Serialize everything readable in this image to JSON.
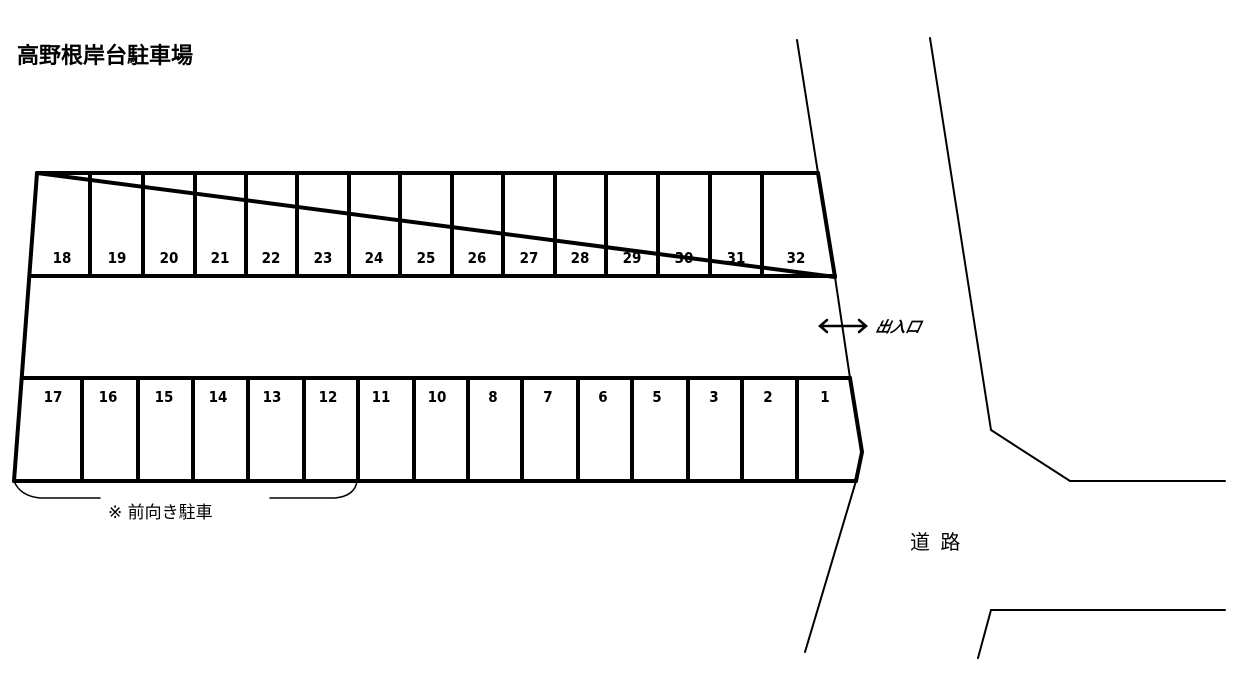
{
  "title": "高野根岸台駐車場",
  "entrance_label": "出入口",
  "road_label": "道 路",
  "note": "※ 前向き駐車",
  "top_row": [
    "18",
    "19",
    "20",
    "21",
    "22",
    "23",
    "24",
    "25",
    "26",
    "27",
    "28",
    "29",
    "30",
    "31",
    "32"
  ],
  "bottom_row": [
    "17",
    "16",
    "15",
    "14",
    "13",
    "12",
    "11",
    "10",
    "8",
    "7",
    "6",
    "5",
    "3",
    "2",
    "1"
  ]
}
